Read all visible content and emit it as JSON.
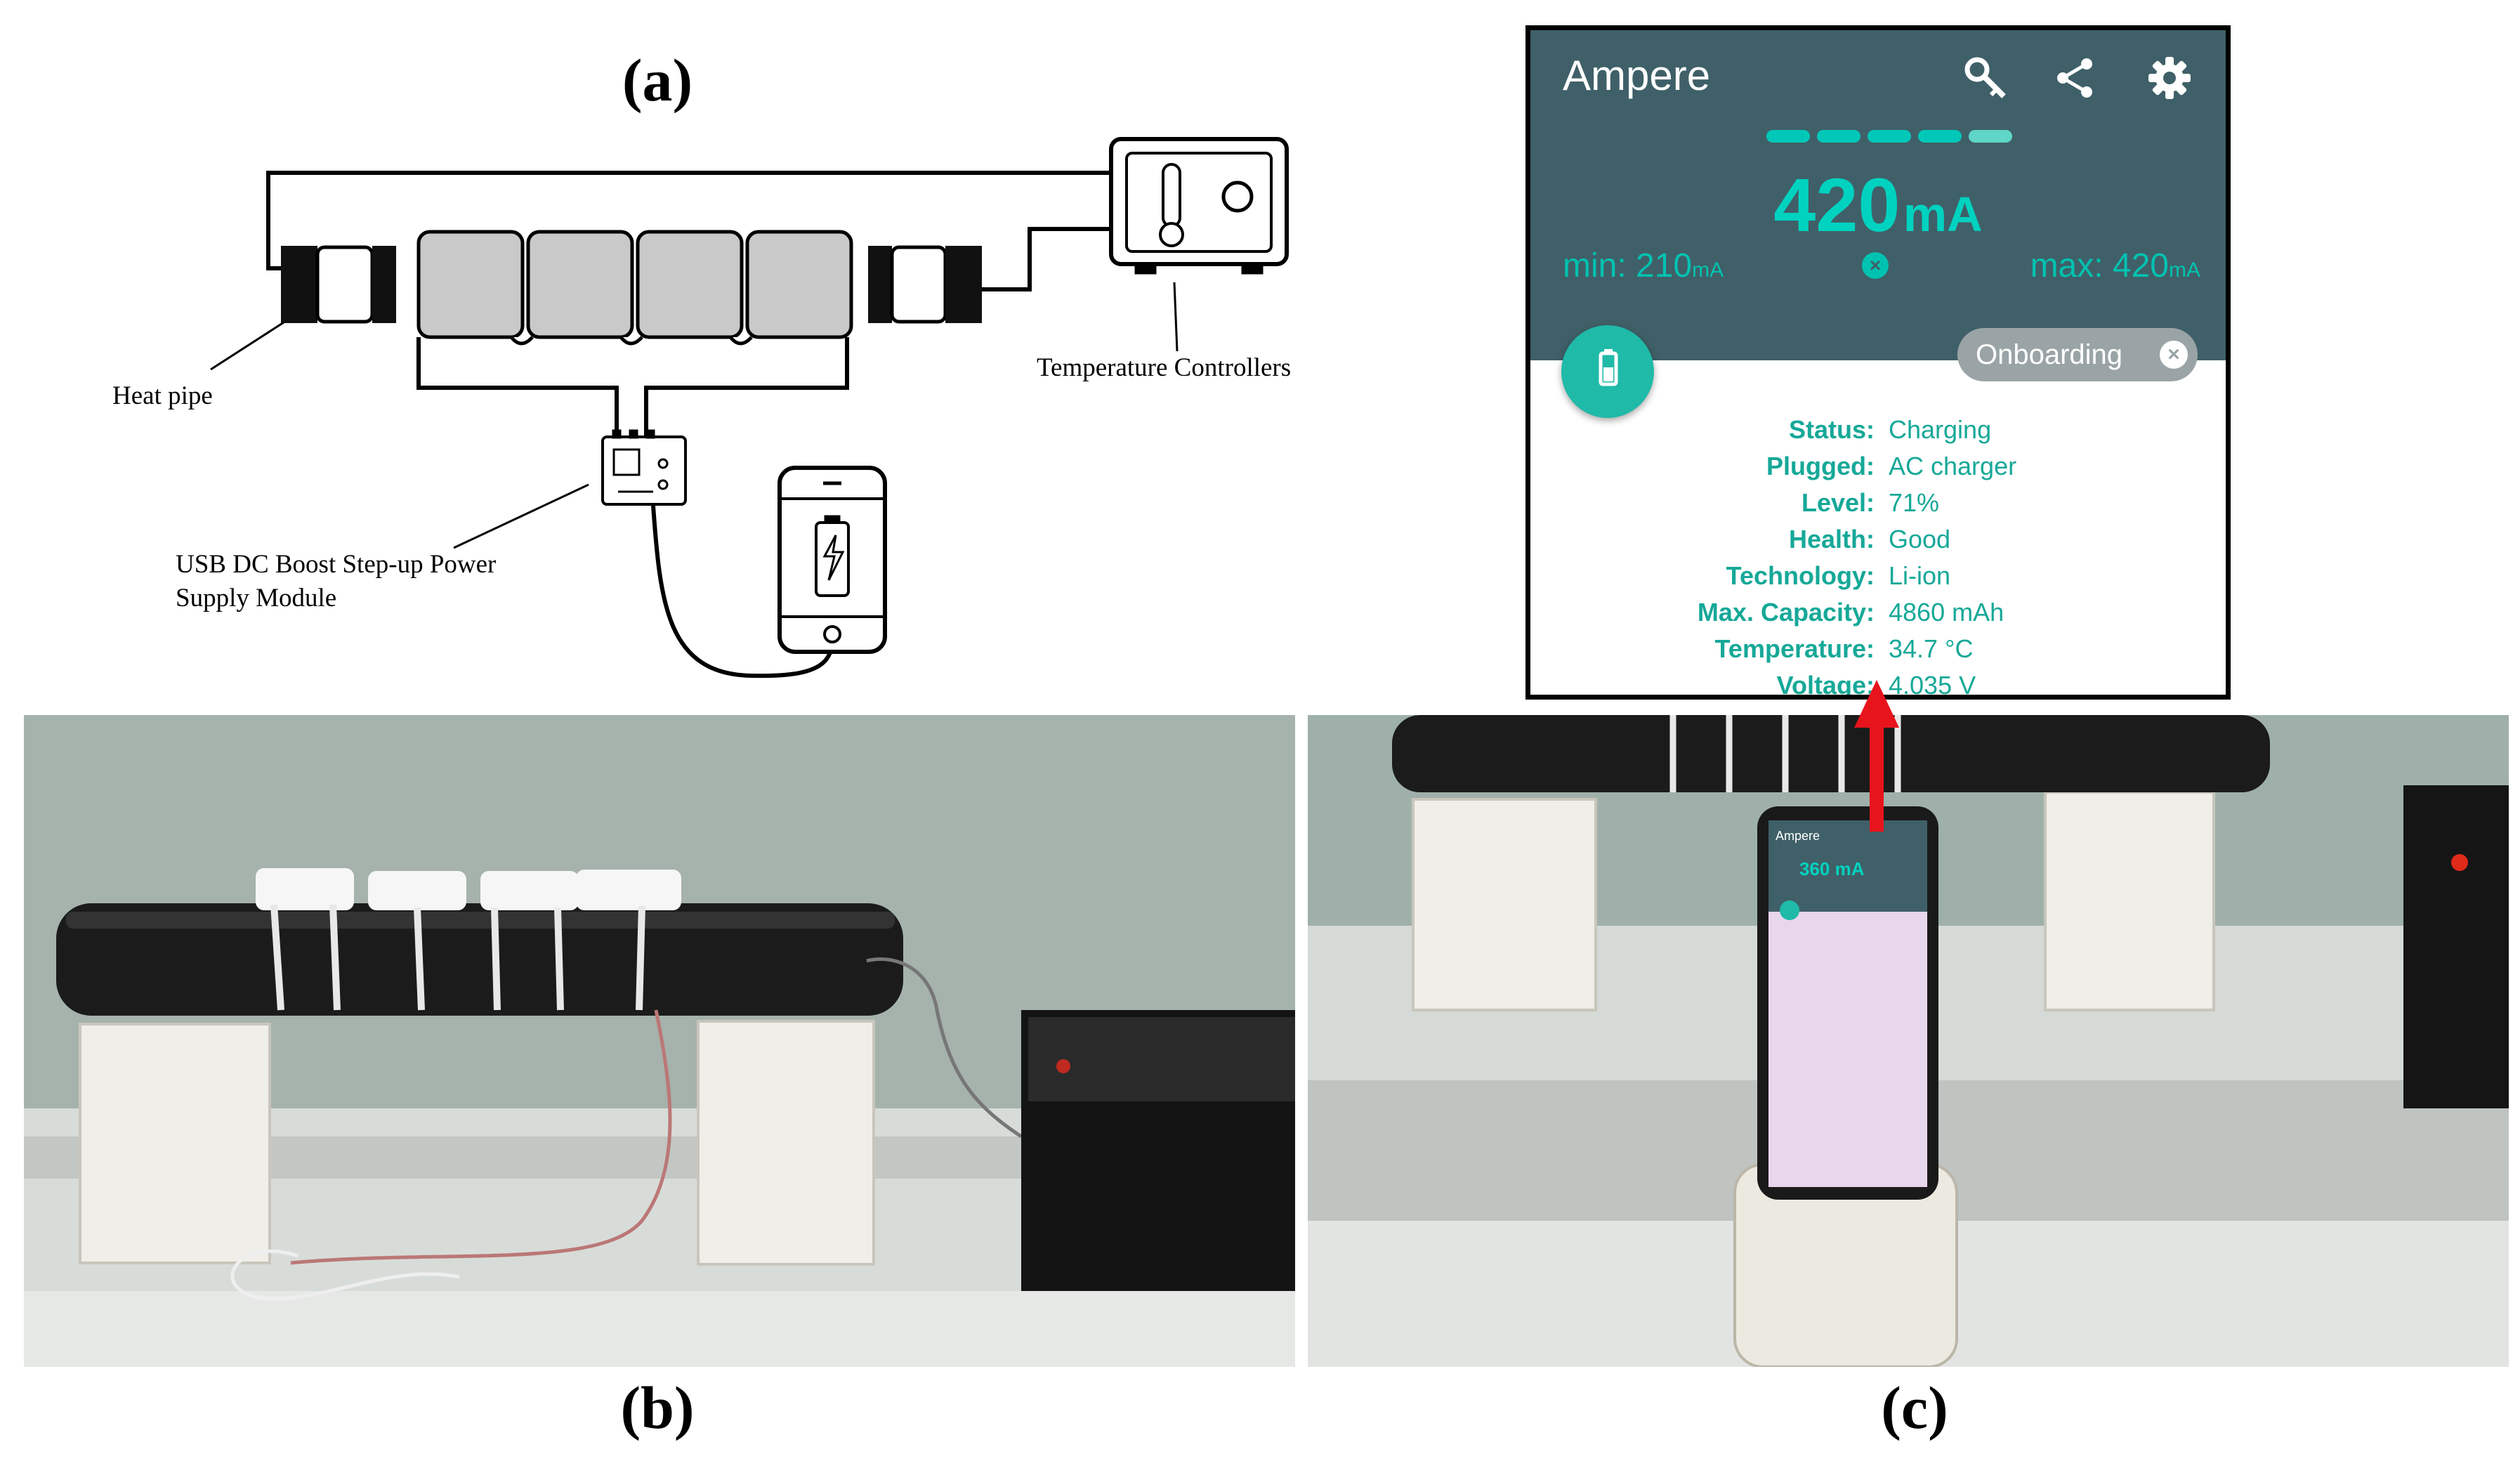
{
  "labels": {
    "panel_a": "(a)",
    "panel_b": "(b)",
    "panel_c": "(c)"
  },
  "diagram": {
    "heat_pipe": "Heat pipe",
    "temperature_controllers": "Temperature Controllers",
    "usb_module_line1": "USB DC Boost Step-up Power",
    "usb_module_line2": "Supply Module"
  },
  "app": {
    "title": "Ampere",
    "current_value": "420",
    "current_unit": "mA",
    "min_label": "min: 210",
    "min_unit": "mA",
    "max_label": "max: 420",
    "max_unit": "mA",
    "chip_label": "Onboarding",
    "icons": [
      "key-icon",
      "share-icon",
      "gear-icon",
      "battery-icon",
      "close-icon"
    ],
    "colors": {
      "header": "#3f6068",
      "accent": "#00d2c0",
      "text": "#16a898",
      "chip": "#9aa4a6"
    },
    "info": [
      {
        "key": "Status:",
        "value": "Charging"
      },
      {
        "key": "Plugged:",
        "value": "AC charger"
      },
      {
        "key": "Level:",
        "value": "71%"
      },
      {
        "key": "Health:",
        "value": "Good"
      },
      {
        "key": "Technology:",
        "value": "Li-ion"
      },
      {
        "key": "Max. Capacity:",
        "value": "4860 mAh"
      },
      {
        "key": "Temperature:",
        "value": "34.7 °C"
      },
      {
        "key": "Voltage:",
        "value": "4.035 V"
      }
    ]
  },
  "phone_screen": {
    "title": "Ampere",
    "current": "360 mA"
  }
}
